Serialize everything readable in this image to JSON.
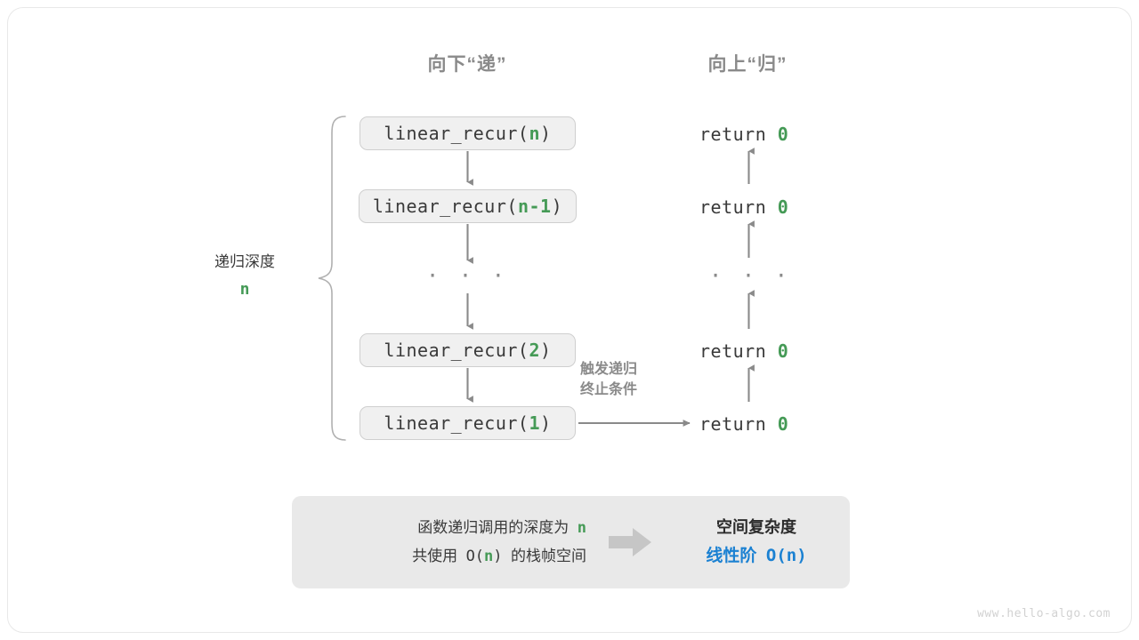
{
  "diagram": {
    "columns": {
      "down_title": "向下“递”",
      "up_title": "向上“归”"
    },
    "depth_bracket": {
      "label": "递归深度",
      "value": "n"
    },
    "call_stack": [
      {
        "prefix": "linear_recur(",
        "arg": "n",
        "suffix": ")"
      },
      {
        "prefix": "linear_recur(",
        "arg": "n-1",
        "suffix": ")"
      },
      {
        "prefix": "linear_recur(",
        "arg": "2",
        "suffix": ")"
      },
      {
        "prefix": "linear_recur(",
        "arg": "1",
        "suffix": ")"
      }
    ],
    "ellipsis_left": "· · ·",
    "ellipsis_right": "· · ·",
    "returns": [
      {
        "keyword": "return",
        "value": "0"
      },
      {
        "keyword": "return",
        "value": "0"
      },
      {
        "keyword": "return",
        "value": "0"
      },
      {
        "keyword": "return",
        "value": "0"
      }
    ],
    "trigger_note_line1": "触发递归",
    "trigger_note_line2": "终止条件",
    "summary": {
      "left_line1_pre": "函数递归调用的深度为",
      "left_line1_var": "n",
      "left_line2_pre": "共使用",
      "left_line2_big_o": "O(",
      "left_line2_var": "n",
      "left_line2_close": ")",
      "left_line2_post": "的栈帧空间",
      "arrow": "arrow-right-icon",
      "right_heading": "空间复杂度",
      "right_value_label": "线性阶",
      "right_value_mono": "O(n)"
    },
    "watermark": "www.hello-algo.com",
    "colors": {
      "accent_green": "#459a56",
      "accent_blue": "#1b81d2",
      "box_fill": "#f0f0f0",
      "box_border": "#cfcfcf",
      "summary_fill": "#e9e9e9",
      "line_gray": "#8a8a8a",
      "text_dark": "#3a3a3a",
      "title_gray": "#8a8a8a"
    }
  }
}
